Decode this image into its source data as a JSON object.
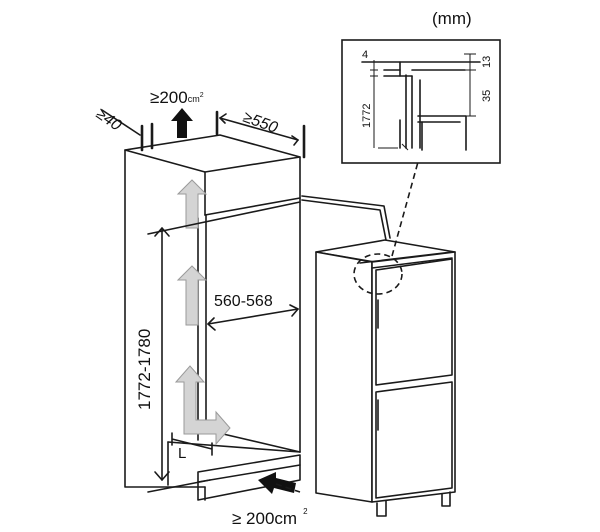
{
  "units_label": "(mm)",
  "dimensions": {
    "top_gap": "≥40",
    "top_vent": "≥200",
    "top_vent_unit": "cm",
    "top_vent_sup": "2",
    "depth": "≥550",
    "height": "1772-1780",
    "width": "560-568",
    "bottom_vent": "≥ 200cm",
    "bottom_vent_sup": "2",
    "depth_marker": "L"
  },
  "detail": {
    "dim_4": "4",
    "dim_13": "13",
    "dim_35": "35",
    "dim_1772": "1772"
  },
  "colors": {
    "line": "#1a1a1a",
    "airflow_arrow": "#d4d4d4",
    "background": "#ffffff"
  }
}
